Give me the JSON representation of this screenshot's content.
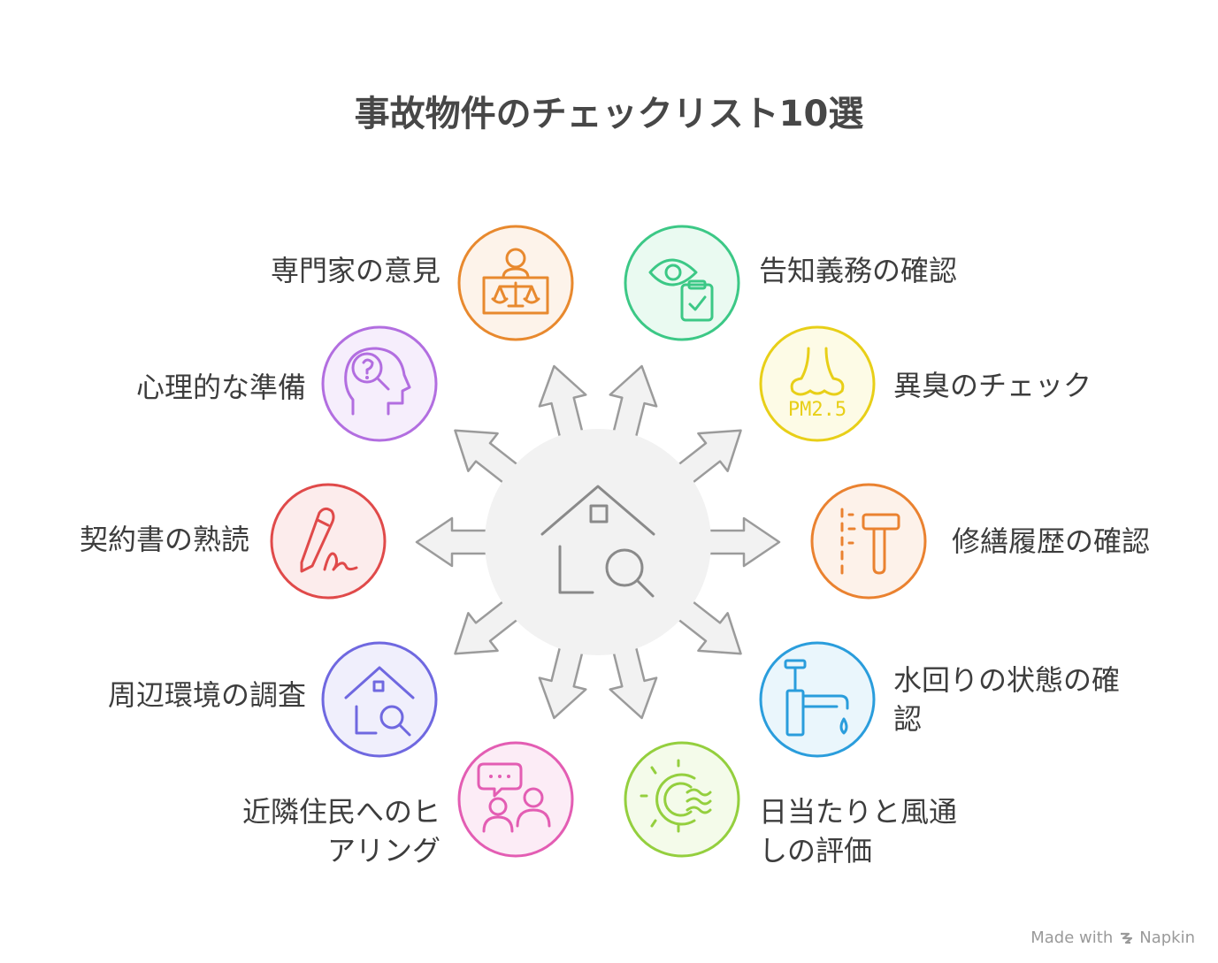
{
  "title": "事故物件のチェックリスト10選",
  "center_icon": "house-search-icon",
  "items": [
    {
      "label": "専門家の意見",
      "icon": "expert-judge-icon",
      "color": "#e8892e",
      "fill": "#fdf3ea"
    },
    {
      "label": "告知義務の確認",
      "icon": "eye-clipboard-icon",
      "color": "#3cc886",
      "fill": "#eafaf1"
    },
    {
      "label": "異臭のチェック",
      "icon": "nose-pm25-icon",
      "color": "#e8cf18",
      "fill": "#fdfbe6"
    },
    {
      "label": "修繕履歴の確認",
      "icon": "hammer-repair-icon",
      "color": "#ea8230",
      "fill": "#fdf2ea"
    },
    {
      "label": "水回りの状態の確\n認",
      "icon": "faucet-icon",
      "color": "#2a9ddc",
      "fill": "#eaf6fc"
    },
    {
      "label": "日当たりと風通\nしの評価",
      "icon": "sun-wind-icon",
      "color": "#94cf3e",
      "fill": "#f4fbea"
    },
    {
      "label": "近隣住民へのヒ\nアリング",
      "icon": "neighbors-chat-icon",
      "color": "#e35db3",
      "fill": "#fcecf6"
    },
    {
      "label": "周辺環境の調査",
      "icon": "house-search-icon",
      "color": "#6f68e0",
      "fill": "#f0effc"
    },
    {
      "label": "契約書の熟読",
      "icon": "signature-icon",
      "color": "#e04a4a",
      "fill": "#fcecec"
    },
    {
      "label": "心理的な準備",
      "icon": "head-question-icon",
      "color": "#b26ee0",
      "fill": "#f6eefc"
    }
  ],
  "footer": {
    "text": "Made with",
    "brand": "Napkin"
  }
}
